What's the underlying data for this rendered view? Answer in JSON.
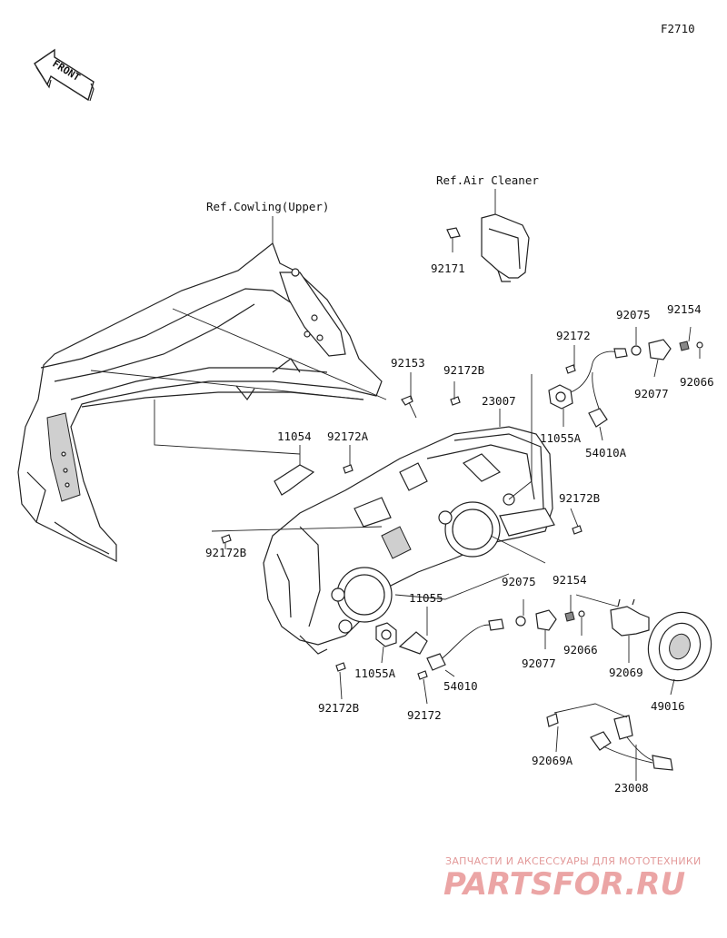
{
  "figure_code": "F2710",
  "front_label": "FRONT",
  "refs": {
    "cowling": "Ref.Cowling(Upper)",
    "air_cleaner": "Ref.Air Cleaner"
  },
  "parts": {
    "p92171": "92171",
    "p92153": "92153",
    "p92172B_top": "92172B",
    "p23007": "23007",
    "p92172_top": "92172",
    "p92075_top": "92075",
    "p92154_top": "92154",
    "p92066_top": "92066",
    "p92077_top": "92077",
    "p11055A_top": "11055A",
    "p54010A": "54010A",
    "p11054": "11054",
    "p92172A": "92172A",
    "p92172B_right": "92172B",
    "p92172B_left": "92172B",
    "p11055": "11055",
    "p92075_bot": "92075",
    "p92154_bot": "92154",
    "p92066_bot": "92066",
    "p92077_bot": "92077",
    "p92069": "92069",
    "p49016": "49016",
    "p11055A_bot": "11055A",
    "p54010": "54010",
    "p92172_bot": "92172",
    "p92172B_bot": "92172B",
    "p92069A": "92069A",
    "p23008": "23008"
  },
  "watermark": {
    "subtitle": "ЗАПЧАСТИ И АКСЕССУАРЫ ДЛЯ МОТОТЕХНИКИ",
    "brand": "PARTSFOR.RU"
  }
}
